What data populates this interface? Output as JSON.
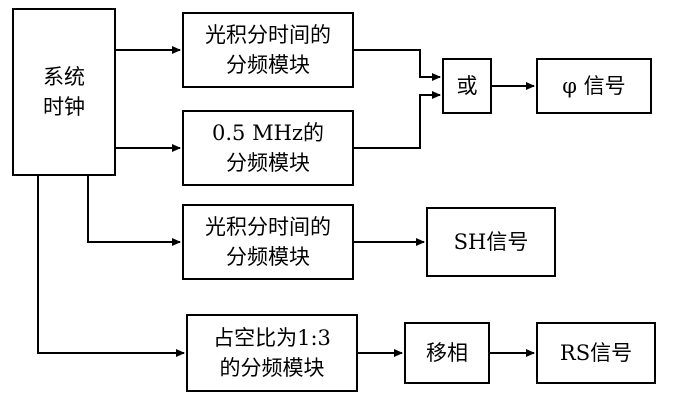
{
  "diagram": {
    "boxes": {
      "system_clock": {
        "label": "系统\n时钟"
      },
      "integration_divider_1": {
        "label": "光积分时间的\n分频模块"
      },
      "mhz_divider": {
        "label": "0.5 MHz的\n分频模块"
      },
      "or_gate": {
        "label": "或"
      },
      "phi_signal": {
        "label": "φ 信号"
      },
      "integration_divider_2": {
        "label": "光积分时间的\n分频模块"
      },
      "sh_signal": {
        "label": "SH信号"
      },
      "duty_divider": {
        "label": "占空比为1:3\n的分频模块"
      },
      "phase_shift": {
        "label": "移相"
      },
      "rs_signal": {
        "label": "RS信号"
      }
    },
    "colors": {
      "line": "#000000",
      "background": "#ffffff",
      "text": "#000000"
    }
  }
}
